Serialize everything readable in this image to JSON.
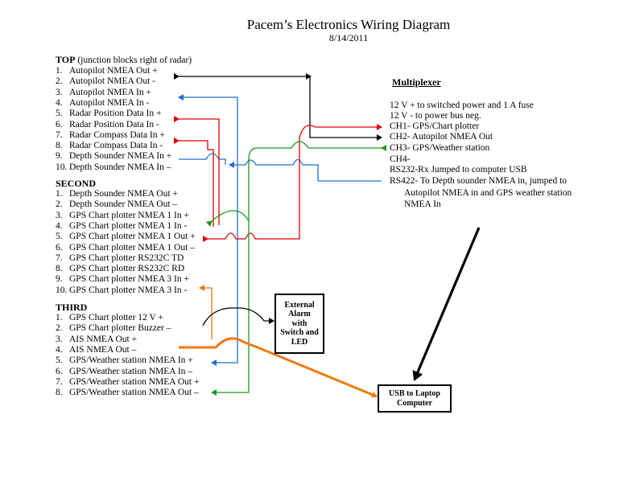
{
  "header": {
    "title": "Pacem’s Electronics Wiring Diagram",
    "date": "8/14/2011"
  },
  "top": {
    "heading": "TOP",
    "subheading": " (junction blocks right of radar)",
    "items": [
      {
        "n": "1.",
        "label": "Autopilot NMEA Out +"
      },
      {
        "n": "2.",
        "label": "Autopilot NMEA Out -"
      },
      {
        "n": "3.",
        "label": "Autopilot NMEA In +"
      },
      {
        "n": "4.",
        "label": "Autopilot NMEA In  -"
      },
      {
        "n": "5.",
        "label": "Radar Position Data In +"
      },
      {
        "n": "6.",
        "label": "Radar Position Data In -"
      },
      {
        "n": "7.",
        "label": "Radar Compass Data In +"
      },
      {
        "n": "8.",
        "label": "Radar Compass Data In -"
      },
      {
        "n": "9.",
        "label": "Depth Sounder NMEA In +"
      },
      {
        "n": "10.",
        "label": "Depth Sounder NMEA In –"
      }
    ]
  },
  "second": {
    "heading": "SECOND",
    "items": [
      {
        "n": "1.",
        "label": "Depth Sounder NMEA Out +"
      },
      {
        "n": "2.",
        "label": "Depth Sounder NMEA Out –"
      },
      {
        "n": "3.",
        "label": "GPS Chart plotter NMEA 1  In +"
      },
      {
        "n": "4.",
        "label": "GPS Chart plotter NMEA 1 In -"
      },
      {
        "n": "5.",
        "label": "GPS Chart plotter NMEA 1 Out +"
      },
      {
        "n": "6.",
        "label": "GPS Chart plotter NMEA 1 Out –"
      },
      {
        "n": "7.",
        "label": "GPS Chart plotter RS232C TD"
      },
      {
        "n": "8.",
        "label": "GPS Chart plotter RS232C RD"
      },
      {
        "n": "9.",
        "label": "GPS Chart plotter NMEA 3  In +"
      },
      {
        "n": "10.",
        "label": "GPS Chart plotter NMEA 3  In -"
      }
    ]
  },
  "third": {
    "heading": "THIRD",
    "items": [
      {
        "n": "1.",
        "label": "GPS Chart plotter 12 V +"
      },
      {
        "n": "2.",
        "label": "GPS Chart plotter Buzzer –"
      },
      {
        "n": "3.",
        "label": "AIS NMEA Out +"
      },
      {
        "n": "4.",
        "label": "AIS NMEA Out –"
      },
      {
        "n": "5.",
        "label": "GPS/Weather station NMEA In +"
      },
      {
        "n": "6.",
        "label": "GPS/Weather station NMEA In –"
      },
      {
        "n": "7.",
        "label": "GPS/Weather station NMEA Out +"
      },
      {
        "n": "8.",
        "label": "GPS/Weather station NMEA Out –"
      }
    ]
  },
  "multiplexer": {
    "title": "Multiplexer",
    "lines": [
      "12 V + to switched power and 1 A fuse",
      "12 V - to power bus neg.",
      "CH1- GPS/Chart plotter",
      "CH2- Autopilot NMEA Out",
      "CH3- GPS/Weather station",
      "CH4-",
      "RS232-Rx Jumped to computer USB",
      "RS422- To Depth sounder NMEA in, jumped to",
      "Autopilot NMEA in  and GPS weather station",
      "NMEA In"
    ]
  },
  "alarm_box": {
    "lines": [
      "External",
      "Alarm",
      "with",
      "Switch and",
      "LED"
    ]
  },
  "usb_box": {
    "lines": [
      "USB to Laptop",
      "Computer"
    ]
  },
  "colors": {
    "black": "#000000",
    "red": "#e00000",
    "green": "#1a9a1a",
    "blue": "#1f6fd6",
    "orange": "#f07a10"
  }
}
